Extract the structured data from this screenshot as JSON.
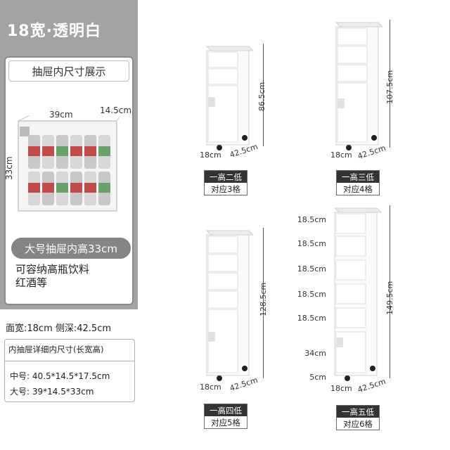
{
  "title": "18宽·透明白",
  "left": {
    "inner_title": "抽屉内尺寸展示",
    "dim_width": "39cm",
    "dim_depth": "14.5cm",
    "dim_height": "33cm",
    "badge": "大号抽屉内高33cm",
    "capacity_line1": "可容纳高瓶饮料",
    "capacity_line2": "红酒等",
    "face_depth": "面宽:18cm  侧深:42.5cm",
    "spec_head": "内抽屉详细内尺寸(长宽高)",
    "spec_mid": "中号: 40.5*14.5*17.5cm",
    "spec_large": "大号: 39*14.5*33cm"
  },
  "units": [
    {
      "height": "86.5cm",
      "width": "18cm",
      "depth": "42.5cm",
      "label_top": "一高二低",
      "label_bottom": "对应3格"
    },
    {
      "height": "107.5cm",
      "width": "18cm",
      "depth": "42.5cm",
      "label_top": "一高三低",
      "label_bottom": "对应4格"
    },
    {
      "height": "128.5cm",
      "width": "18cm",
      "depth": "42.5cm",
      "label_top": "一高四低",
      "label_bottom": "对应5格"
    },
    {
      "height": "149.5cm",
      "width": "18cm",
      "depth": "42.5cm",
      "label_top": "一高五低",
      "label_bottom": "对应6格",
      "rows": [
        "18.5cm",
        "18.5cm",
        "18.5cm",
        "18.5cm",
        "18.5cm",
        "34cm",
        "5cm"
      ]
    }
  ],
  "colors": {
    "panel": "#a3a3a3",
    "badge": "#858585",
    "label_dark": "#333333"
  }
}
